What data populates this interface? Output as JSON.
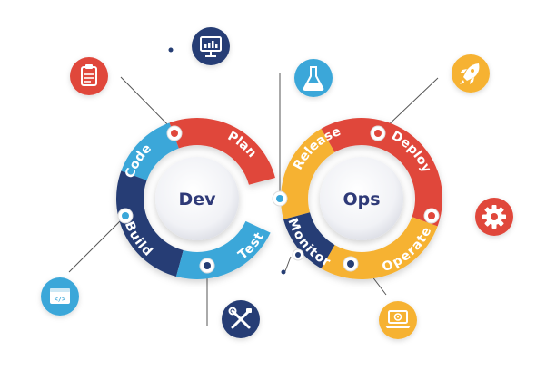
{
  "hubs": {
    "dev": "Dev",
    "ops": "Ops"
  },
  "stages": {
    "plan": "Plan",
    "code": "Code",
    "build": "Build",
    "test": "Test",
    "release": "Release",
    "deploy": "Deploy",
    "operate": "Operate",
    "monitor": "Monitor"
  },
  "colors": {
    "plan": "#e0473b",
    "code": "#3aa7d9",
    "build": "#263e74",
    "test": "#3aa7d9",
    "release": "#f6b233",
    "deploy": "#e0473b",
    "operate": "#f6b233",
    "monitor": "#263e74",
    "hub_text": "#2f3a78"
  },
  "icons": [
    {
      "name": "clipboard-icon",
      "color": "#e0473b"
    },
    {
      "name": "monitor-icon",
      "color": "#263e74"
    },
    {
      "name": "flask-icon",
      "color": "#3aa7d9"
    },
    {
      "name": "rocket-icon",
      "color": "#f6b233"
    },
    {
      "name": "gear-icon",
      "color": "#e0473b"
    },
    {
      "name": "code-window-icon",
      "color": "#3aa7d9"
    },
    {
      "name": "tools-icon",
      "color": "#263e74"
    },
    {
      "name": "laptop-gear-icon",
      "color": "#f6b233"
    }
  ]
}
